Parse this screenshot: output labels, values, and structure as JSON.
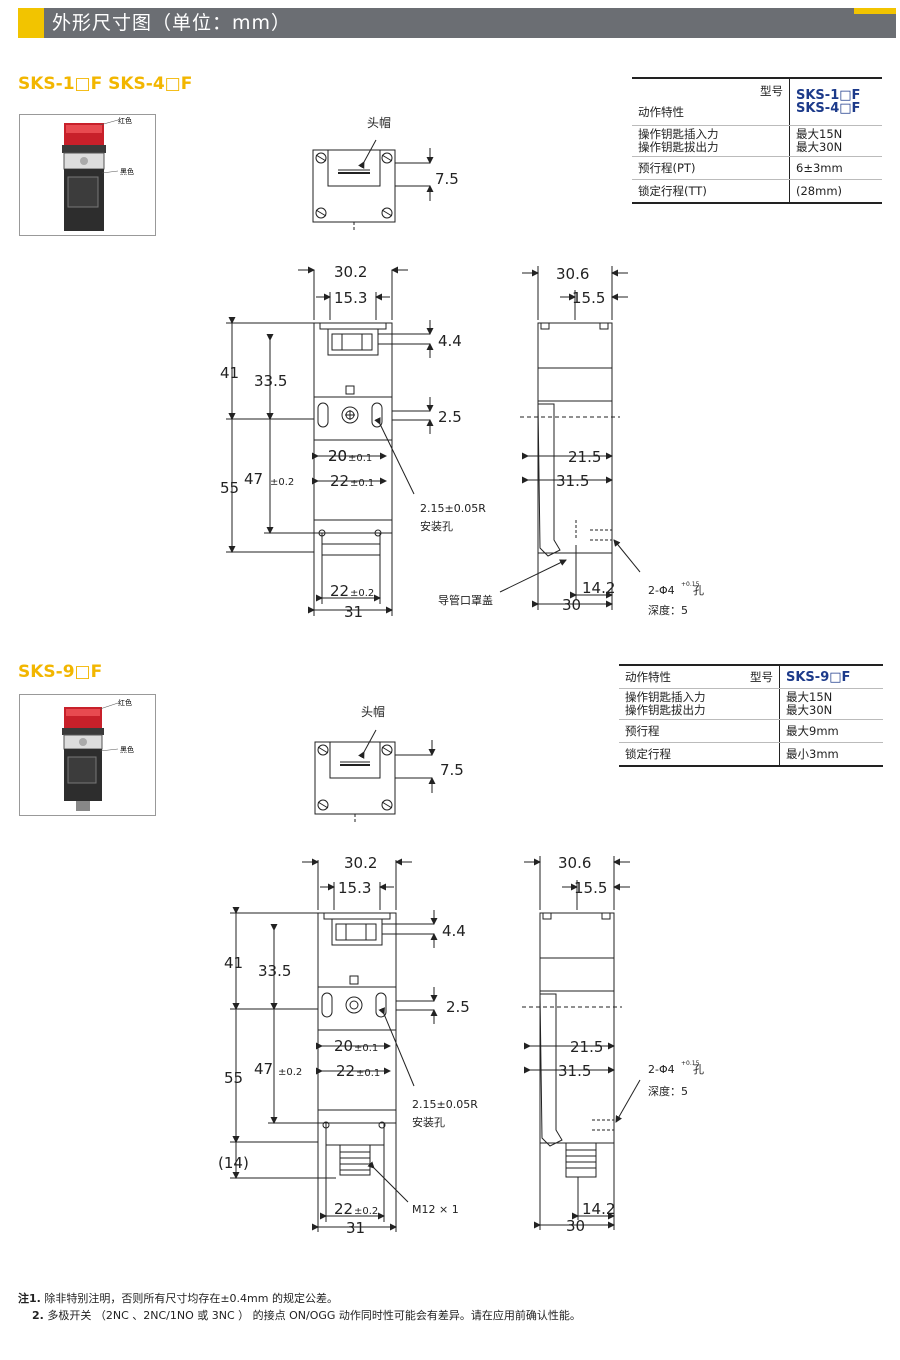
{
  "header": {
    "title": "外形尺寸图（单位：mm）"
  },
  "colors": {
    "accent": "#f2c400",
    "header_bg": "#6b6e73",
    "model_blue": "#1c3a8a"
  },
  "section1": {
    "title": "SKS-1□F   SKS-4□F",
    "photo_labels": {
      "red": "红色",
      "black": "黑色"
    },
    "spec_table": {
      "type_label": "型号",
      "char_label": "动作特性",
      "model_a": "SKS-1□F",
      "model_b": "SKS-4□F",
      "rows": [
        {
          "label_a": "操作钥匙插入力",
          "label_b": "操作钥匙拔出力",
          "value_a": "最大15N",
          "value_b": "最大30N"
        },
        {
          "label_a": "预行程(PT)",
          "label_b": "",
          "value_a": "6±3mm",
          "value_b": ""
        },
        {
          "label_a": "锁定行程(TT)",
          "label_b": "",
          "value_a": "(28mm)",
          "value_b": ""
        }
      ]
    }
  },
  "section2": {
    "title": "SKS-9□F",
    "photo_labels": {
      "red": "红色",
      "black": "黑色"
    },
    "spec_table": {
      "char_label": "动作特性",
      "type_label": "型号",
      "model": "SKS-9□F",
      "rows": [
        {
          "label_a": "操作钥匙插入力",
          "label_b": "操作钥匙拔出力",
          "value_a": "最大15N",
          "value_b": "最大30N"
        },
        {
          "label_a": "预行程",
          "label_b": "",
          "value_a": "最大9mm",
          "value_b": ""
        },
        {
          "label_a": "锁定行程",
          "label_b": "",
          "value_a": "最小3mm",
          "value_b": ""
        }
      ]
    }
  },
  "drawing": {
    "head_cap": "头帽",
    "dim_75": "7.5",
    "dim_302": "30.2",
    "dim_153": "15.3",
    "dim_44": "4.4",
    "dim_41": "41",
    "dim_335": "33.5",
    "dim_25": "2.5",
    "dim_20": "20",
    "tol_01": "±0.1",
    "dim_22": "22",
    "dim_55": "55",
    "dim_47": "47",
    "tol_02": "±0.2",
    "dim_31": "31",
    "hole_r": "2.15±0.05R",
    "mount_hole": "安装孔",
    "dim_306": "30.6",
    "dim_155": "15.5",
    "dim_215": "21.5",
    "dim_315": "31.5",
    "dim_142": "14.2",
    "dim_30": "30",
    "conduit_cap": "导管口罩盖",
    "hole_2phi4": "2-Φ4",
    "hole_tol": "+0.15",
    "hole_kong": "孔",
    "depth": "深度：5",
    "dim_14": "(14)",
    "m12": "M12 × 1"
  },
  "notes": {
    "n1_label": "注1.",
    "n1_text": "除非特别注明，否则所有尺寸均存在±0.4mm 的规定公差。",
    "n2_label": "2.",
    "n2_text": "多极开关 （2NC 、2NC/1NO 或 3NC ） 的接点 ON/OGG 动作同时性可能会有差异。请在应用前确认性能。"
  }
}
